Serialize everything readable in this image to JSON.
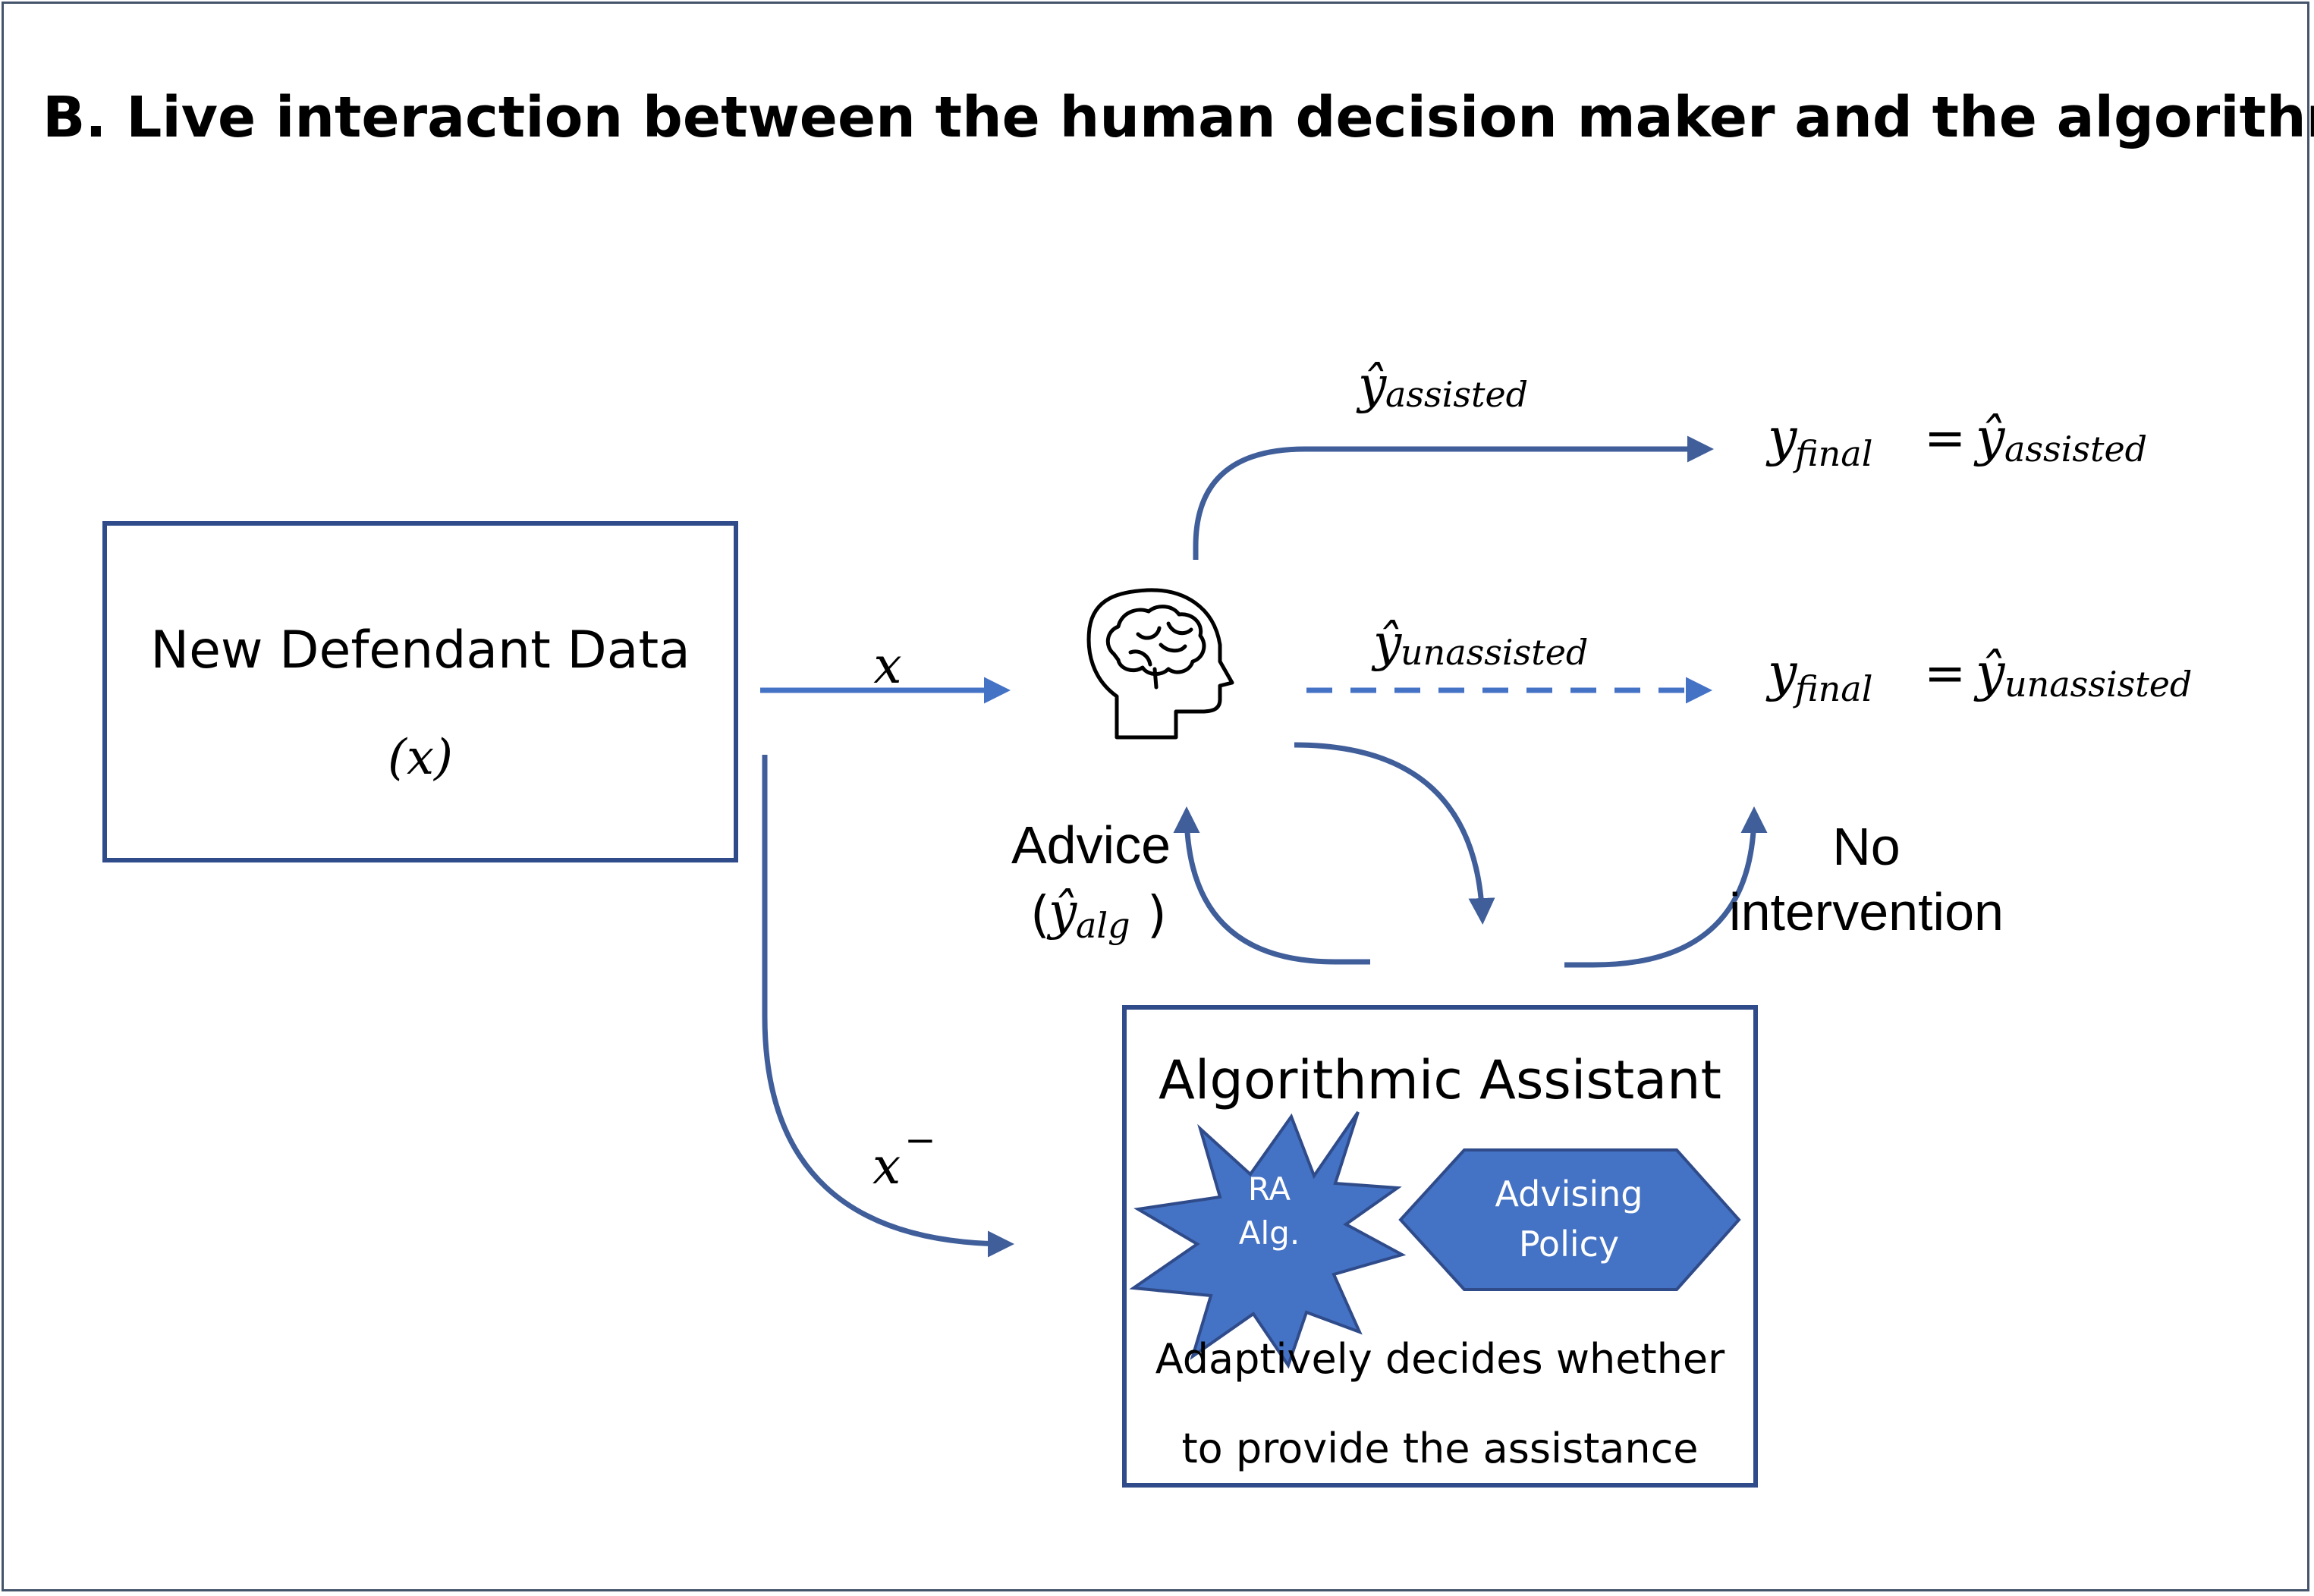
{
  "title": "B. Live interaction between the human decision maker and the algorithm:",
  "data_box": {
    "line1": "New Defendant Data",
    "line2": "(x)"
  },
  "edge_x": "x",
  "edge_x_minus": {
    "base": "x",
    "sup": "−"
  },
  "assisted_label": {
    "base": "ŷ",
    "sub": "assisted"
  },
  "unassisted_label": {
    "base": "ŷ",
    "sub": "unassisted"
  },
  "final_assisted": {
    "base": "y",
    "sub": "final",
    "eq": "=",
    "rbase": "ŷ",
    "rsub": "assisted"
  },
  "final_unassisted": {
    "base": "y",
    "sub": "final",
    "eq": "=",
    "rbase": "ŷ",
    "rsub": "unassisted"
  },
  "advice": {
    "line1": "Advice",
    "open": "(",
    "base": "ŷ",
    "sub": "alg",
    "close": ")"
  },
  "no_intervention": {
    "line1": "No",
    "line2": "intervention"
  },
  "assistant_box": {
    "title": "Algorithmic Assistant",
    "ra_line1": "RA",
    "ra_line2": "Alg.",
    "policy_line1": "Advising",
    "policy_line2": "Policy",
    "desc_line1": "Adaptively decides whether",
    "desc_line2": "to provide the assistance"
  },
  "icons": {
    "human": "brain-head-icon"
  },
  "colors": {
    "arrow": "#3f5e9a",
    "arrow_light": "#4472c4",
    "box_border": "#2f4b8a",
    "shape_fill": "#4472c4",
    "frame": "#44546a"
  }
}
